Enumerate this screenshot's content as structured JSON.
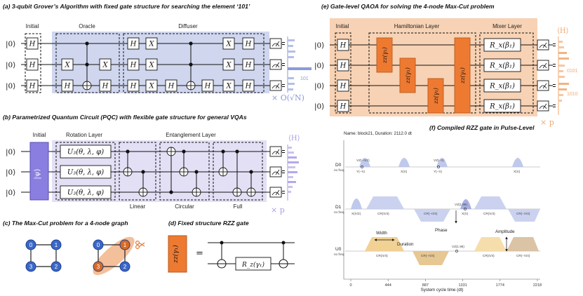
{
  "panel_a": {
    "caption": "(a) 3-qubit Grover’s Algorithm with fixed gate structure for searching the element ‘101’",
    "initial": "Initial",
    "oracle": "Oracle",
    "diffuser": "Diffuser",
    "ket": "|0⟩",
    "h": "H",
    "x": "X",
    "result": "101",
    "repeat": "× O(√N)"
  },
  "panel_b": {
    "caption": "(b) Parametrized Quantum Circuit (PQC) with flexible gate structure for general VQAs",
    "initial": "Initial",
    "rotation": "Rotation Layer",
    "entanglement": "Entanglement Layer",
    "psi": "|ψ⟩",
    "u3": "U₃(θ, λ, φ)",
    "linear": "Linear",
    "circular": "Circular",
    "full": "Full",
    "expect": "⟨H⟩",
    "repeat": "× p"
  },
  "panel_c": {
    "caption": "(c) The Max-Cut problem for a 4-node graph",
    "nodes": [
      "0",
      "1",
      "2",
      "3"
    ]
  },
  "panel_d": {
    "caption": "(d) Fixed structure RZZ gate",
    "zz": "zz(γ₁)",
    "eq": "=",
    "rz": "R_z(γ₁)"
  },
  "panel_e": {
    "caption": "(e) Gate-level QAOA for solving the 4-node Max-Cut problem",
    "initial": "Initial",
    "hamiltonian": "Hamiltonian Layer",
    "mixer": "Mixer Layer",
    "zz": "zz(γ₁)",
    "rx": "R_x(β₁)",
    "expect": "⟨H⟩",
    "result1": "0101",
    "result2": "1010",
    "repeat": "× p"
  },
  "panel_f": {
    "caption": "(f) Compiled RZZ gate in Pulse-Level",
    "header": "Name: block21, Duration: 2112.0 dt",
    "channels": [
      "D0",
      "D1",
      "U0"
    ],
    "channel_sub": "no freq.",
    "xlabel": "System cycle time (dt)",
    "ticks": [
      "0",
      "444",
      "887",
      "1331",
      "1774",
      "2218"
    ],
    "pulse_labels": {
      "vz1": "VZ(−π/2)",
      "y1": "Y(−π)",
      "x1": "X(π)",
      "vz2": "VZ(−π)",
      "y2": "Y(−π)",
      "x2": "X(π)",
      "xd1": "X(π/2)",
      "cr1": "CR(π/4)",
      "cr2": "CR(−π/4)",
      "vz3": "VZ(1.96)",
      "xd2": "X(π)",
      "cr3": "CR(π/4)",
      "cr4": "CR(−π/4)",
      "ucr1": "CR(π/4)",
      "ucr2": "CR(−π/4)",
      "vz4": "VZ(1.96)",
      "ucr3": "CR(π/4)",
      "ucr4": "CR(−π/4)"
    },
    "width": "Width",
    "duration": "Duration",
    "phase": "Phase",
    "amplitude": "Amplitude"
  },
  "colors": {
    "blue_bg": "#cfd6ee",
    "blue_accent": "#8c9ad6",
    "purple_bg": "#e3dff5",
    "purple_gate": "#8a7ee0",
    "orange_bg": "#f7d2b4",
    "orange_gate": "#ee7a32",
    "node_blue": "#3a67c8"
  }
}
